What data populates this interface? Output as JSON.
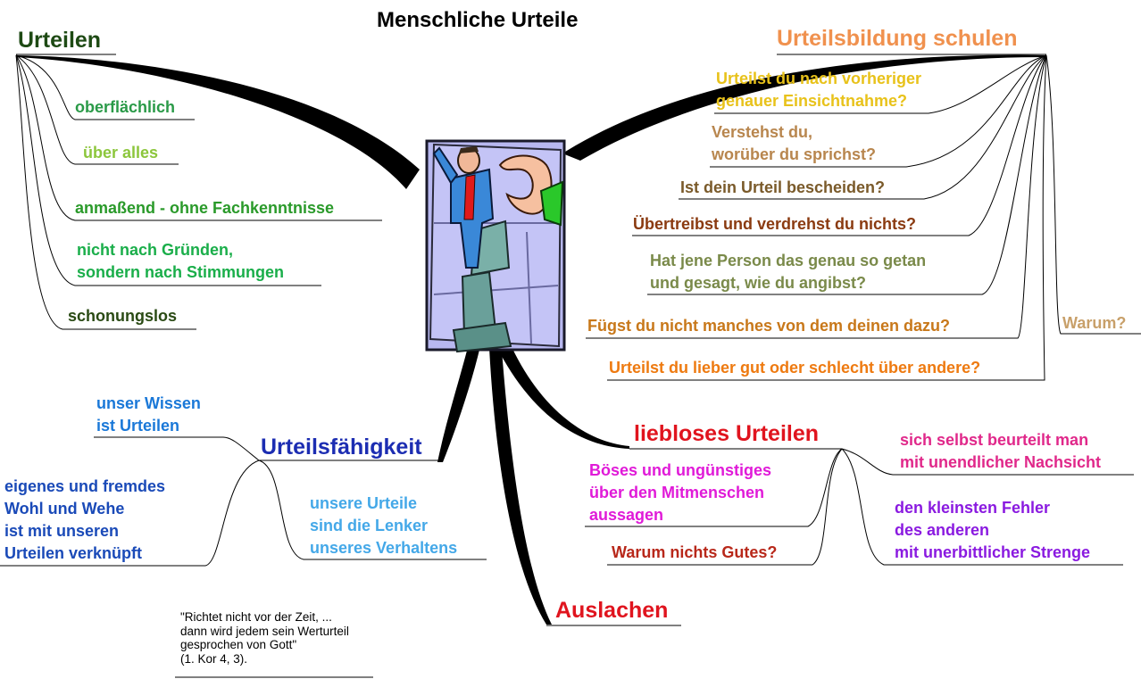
{
  "title": "Menschliche Urteile",
  "central_image": {
    "icon": "man-on-pedestal-with-judging-hand-icon"
  },
  "colors": {
    "urteilen": "#1e4a14",
    "schulen": "#f0914e",
    "faehigkeit": "#1c2db2",
    "lieblos": "#e0141e",
    "auslachen": "#e0141e"
  },
  "branches": {
    "urteilen": {
      "label": "Urteilen",
      "items": [
        {
          "text": "oberflächlich",
          "color": "#2a9a48"
        },
        {
          "text": "über alles",
          "color": "#8cc63c"
        },
        {
          "text": "anmaßend - ohne Fachkenntnisse",
          "color": "#2a9a2a"
        },
        {
          "text": "nicht nach Gründen,\nsondern nach Stimmungen",
          "color": "#1aae4a"
        },
        {
          "text": "schonungslos",
          "color": "#2a4a14"
        }
      ]
    },
    "urteilsbildung": {
      "label": "Urteilsbildung schulen",
      "items": [
        {
          "text": "Urteilst du nach vorheriger\ngenauer Einsichtnahme?",
          "color": "#e8c21a"
        },
        {
          "text": "Verstehst du,\nworüber du sprichst?",
          "color": "#b8864e"
        },
        {
          "text": "Ist dein Urteil bescheiden?",
          "color": "#7a5a2a"
        },
        {
          "text": "Übertreibst und verdrehst du nichts?",
          "color": "#8a3a10"
        },
        {
          "text": "Hat jene Person das genau so getan\nund gesagt, wie du angibst?",
          "color": "#7a8a4a"
        },
        {
          "text": "Fügst du nicht manches von dem deinen dazu?",
          "color": "#c8781a"
        },
        {
          "text": "Urteilst du lieber gut oder schlecht über andere?",
          "color": "#ee7a10"
        },
        {
          "text": "Warum?",
          "color": "#c8a06a"
        }
      ]
    },
    "urteilsfaehigkeit": {
      "label": "Urteilsfähigkeit",
      "items": [
        {
          "text": "unser Wissen\nist Urteilen",
          "color": "#1a78d8"
        },
        {
          "text": "eigenes und fremdes\nWohl und Wehe\nist mit unseren\nUrteilen verknüpft",
          "color": "#1a4ab8"
        },
        {
          "text": "unsere Urteile\nsind die Lenker\nunseres Verhaltens",
          "color": "#44a8e8"
        }
      ]
    },
    "lieblos": {
      "label": "liebloses Urteilen",
      "items": [
        {
          "text": "Böses und ungünstiges\nüber den Mitmenschen\naussagen",
          "color": "#e01ad8"
        },
        {
          "text": "Warum nichts Gutes?",
          "color": "#b8281a"
        },
        {
          "text": "sich selbst beurteilt man\nmit unendlicher Nachsicht",
          "color": "#e0288a"
        },
        {
          "text": "den kleinsten Fehler\ndes anderen\nmit unerbittlicher Strenge",
          "color": "#8a1ae0"
        }
      ]
    },
    "auslachen": {
      "label": "Auslachen"
    }
  },
  "quote": "\"Richtet nicht vor der Zeit, ...\ndann wird jedem sein Werturteil\ngesprochen von Gott\"\n(1. Kor 4, 3)."
}
